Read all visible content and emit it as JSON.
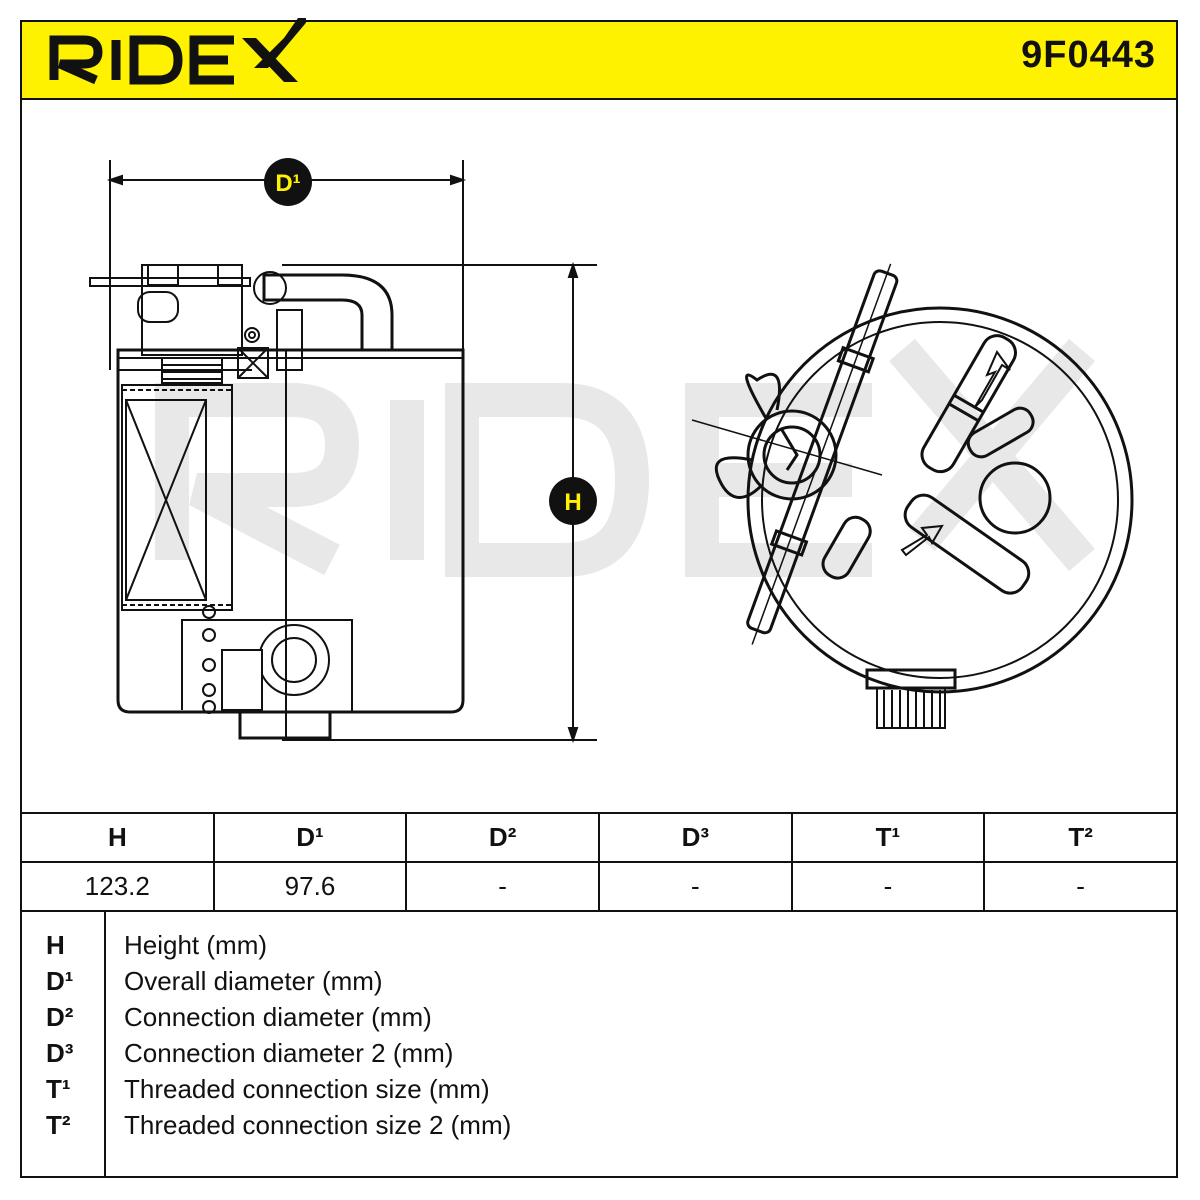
{
  "brand": {
    "name": "RIDEX",
    "part_number": "9F0443",
    "accent_color": "#FFF200"
  },
  "dimension_markers": {
    "d1": "D¹",
    "h": "H"
  },
  "specs": {
    "headers": [
      "H",
      "D¹",
      "D²",
      "D³",
      "T¹",
      "T²"
    ],
    "values": [
      "123.2",
      "97.6",
      "-",
      "-",
      "-",
      "-"
    ]
  },
  "legend": [
    {
      "abbr": "H",
      "desc": "Height (mm)"
    },
    {
      "abbr": "D¹",
      "desc": "Overall diameter (mm)"
    },
    {
      "abbr": "D²",
      "desc": "Connection diameter (mm)"
    },
    {
      "abbr": "D³",
      "desc": "Connection diameter 2 (mm)"
    },
    {
      "abbr": "T¹",
      "desc": "Threaded connection size (mm)"
    },
    {
      "abbr": "T²",
      "desc": "Threaded connection size 2 (mm)"
    }
  ]
}
